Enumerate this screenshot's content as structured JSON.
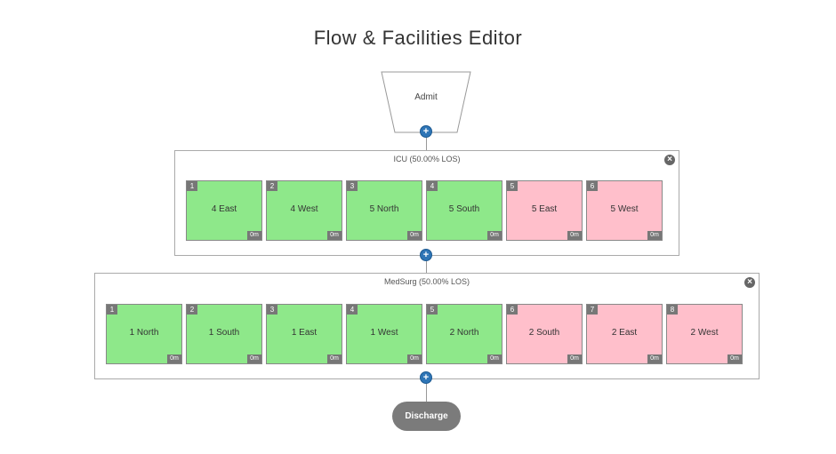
{
  "title": "Flow & Facilities Editor",
  "start": "Admit",
  "end": "Discharge",
  "add_icon": "+",
  "close_icon": "×",
  "colors": {
    "green": "#8ee88a",
    "pink": "#ffbfcb",
    "plus": "#2e75b6"
  },
  "groups": [
    {
      "label": "ICU (50.00% LOS)",
      "units": [
        {
          "index": "1",
          "name": "4 East",
          "time": "0m",
          "status": "green"
        },
        {
          "index": "2",
          "name": "4 West",
          "time": "0m",
          "status": "green"
        },
        {
          "index": "3",
          "name": "5 North",
          "time": "0m",
          "status": "green"
        },
        {
          "index": "4",
          "name": "5 South",
          "time": "0m",
          "status": "green"
        },
        {
          "index": "5",
          "name": "5 East",
          "time": "0m",
          "status": "pink"
        },
        {
          "index": "6",
          "name": "5 West",
          "time": "0m",
          "status": "pink"
        }
      ]
    },
    {
      "label": "MedSurg (50.00% LOS)",
      "units": [
        {
          "index": "1",
          "name": "1 North",
          "time": "0m",
          "status": "green"
        },
        {
          "index": "2",
          "name": "1 South",
          "time": "0m",
          "status": "green"
        },
        {
          "index": "3",
          "name": "1 East",
          "time": "0m",
          "status": "green"
        },
        {
          "index": "4",
          "name": "1 West",
          "time": "0m",
          "status": "green"
        },
        {
          "index": "5",
          "name": "2 North",
          "time": "0m",
          "status": "green"
        },
        {
          "index": "6",
          "name": "2 South",
          "time": "0m",
          "status": "pink"
        },
        {
          "index": "7",
          "name": "2 East",
          "time": "0m",
          "status": "pink"
        },
        {
          "index": "8",
          "name": "2 West",
          "time": "0m",
          "status": "pink"
        }
      ]
    }
  ]
}
